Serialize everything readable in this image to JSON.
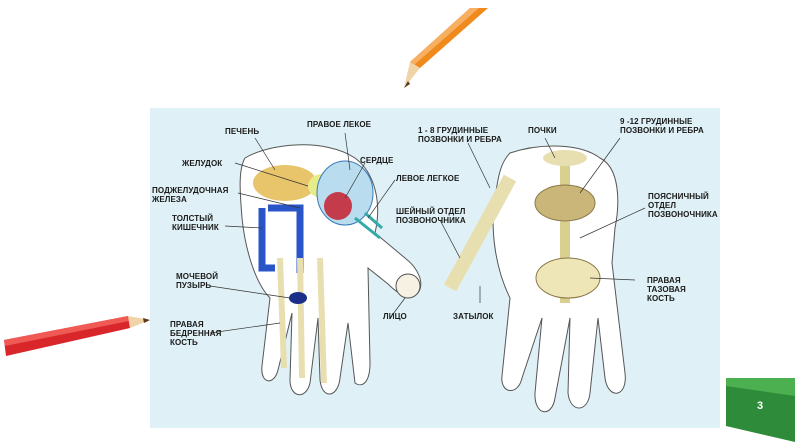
{
  "slide_number": "3",
  "labels": {
    "liver": "ПЕЧЕНЬ",
    "right_lung": "ПРАВОЕ ЛЕКОЕ",
    "heart": "СЕРДЦЕ",
    "stomach": "ЖЕЛУДОК",
    "pancreas": "ПОДЖЕЛУДОЧНАЯ\nЖЕЛЕЗА",
    "left_lung": "ЛЕВОЕ ЛЕГКОЕ",
    "large_intestine": "ТОЛСТЫЙ\nКИШЕЧНИК",
    "cervical_spine": "ШЕЙНЫЙ ОТДЕЛ\nПОЗВОНОЧНИКА",
    "bladder": "МОЧЕВОЙ\nПУЗЫРЬ",
    "face": "ЛИЦО",
    "femur": "ПРАВАЯ\nБЕДРЕННАЯ\nКОСТЬ",
    "thoracic_1_8": "1 - 8 ГРУДИННЫЕ\nПОЗВОНКИ И РЕБРА",
    "kidneys": "ПОЧКИ",
    "thoracic_9_12": "9 -12 ГРУДИННЫЕ\nПОЗВОНКИ И РЕБРА",
    "lumbar_spine": "ПОЯСНИЧНЫЙ\nОТДЕЛ\nПОЗВОНОЧНИКА",
    "occiput": "ЗАТЫЛОК",
    "pelvic_bone": "ПРАВАЯ\nТАЗОВАЯ\nКОСТЬ"
  },
  "colors": {
    "background_panel": "#dff1f6",
    "green_badge": "#2e8b3a",
    "orange_pencil": "#f08a1c",
    "red_pencil": "#d8262b"
  },
  "icons": [
    "orange-pencil-icon",
    "red-pencil-icon"
  ]
}
